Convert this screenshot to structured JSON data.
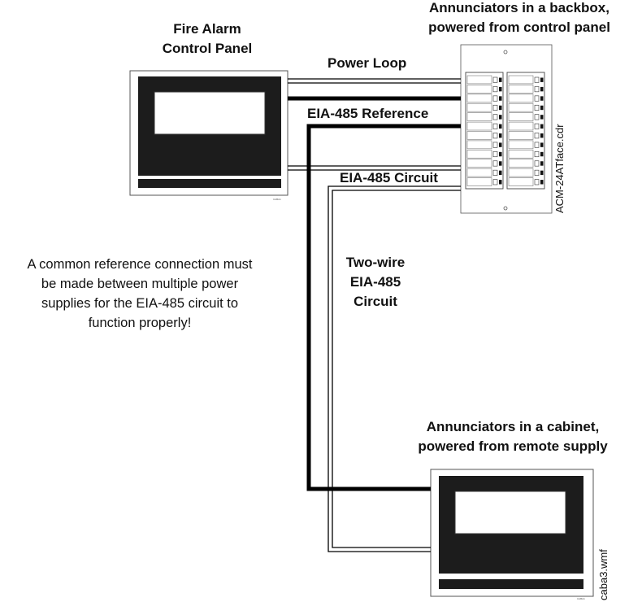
{
  "labels": {
    "facp_title": [
      "Fire Alarm",
      "Control Panel"
    ],
    "backbox_title": [
      "Annunciators in a backbox,",
      "powered from control panel"
    ],
    "cabinet_title": [
      "Annunciators in a cabinet,",
      "powered from remote supply"
    ],
    "power_loop": "Power Loop",
    "eia485_reference": "EIA-485 Reference",
    "eia485_circuit": "EIA-485 Circuit",
    "two_wire": [
      "Two-wire",
      "EIA-485",
      "Circuit"
    ]
  },
  "note": [
    "A common reference connection must",
    "be made between multiple power",
    "supplies for the EIA-485 circuit to",
    "function properly!"
  ],
  "file_labels": {
    "acm_face": "ACM-24ATface.cdr",
    "caba3": "caba3.wmf",
    "tiny_facp": "CABA1",
    "tiny_cabinet": "CABA1"
  },
  "annunciator": {
    "columns": 2,
    "rows_per_column": 12
  },
  "colors": {
    "line": "#000000",
    "panel_fill": "#1c1c1c",
    "window": "#ffffff"
  }
}
